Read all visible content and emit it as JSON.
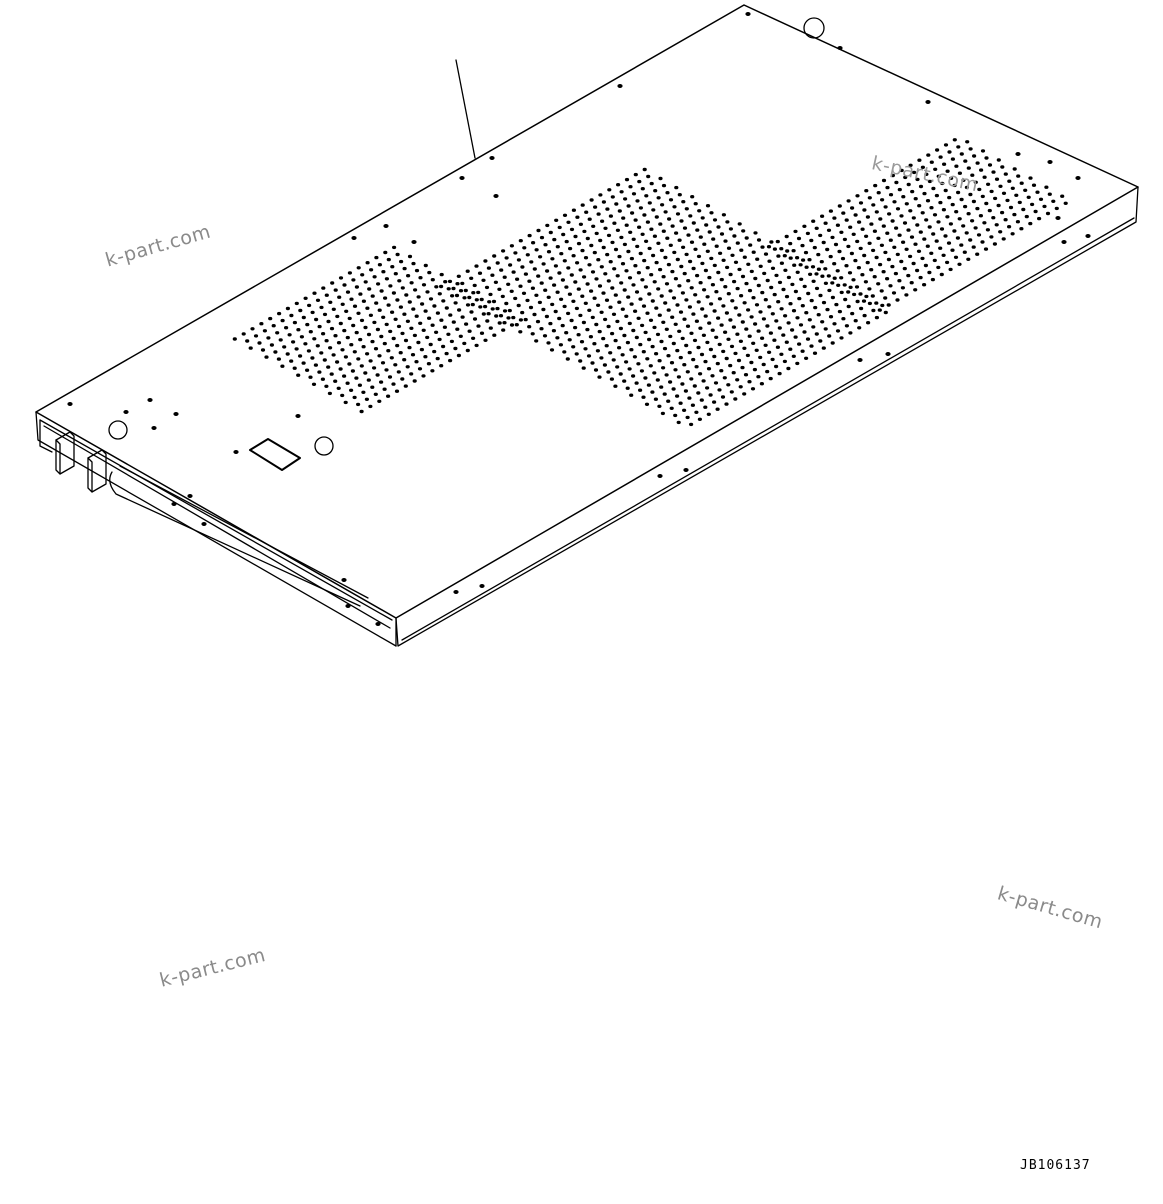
{
  "figure_code": "JB106137",
  "watermarks": [
    "k-part.com",
    "k-part.com",
    "k-part.com",
    "k-part.com"
  ],
  "colors": {
    "line": "#000000",
    "watermark": "#8a8a8a",
    "background": "#ffffff"
  }
}
